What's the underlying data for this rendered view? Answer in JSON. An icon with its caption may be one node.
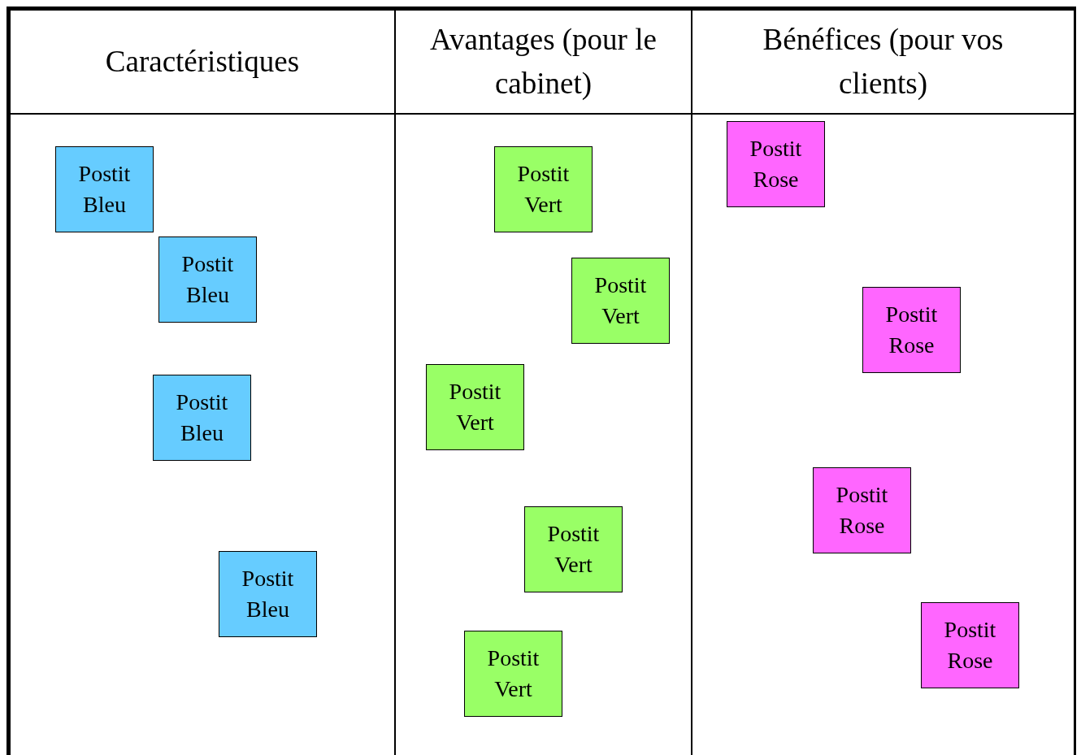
{
  "diagram": {
    "nodes": [
      {
        "text": [
          "Caractéristiques"
        ]
      },
      {
        "text": [
          "Avantages (pour le cabinet)"
        ]
      },
      {
        "text": [
          "Bénéfices (pour vos clients)"
        ]
      },
      {
        "text": [
          "Postit Bleu"
        ],
        "in": 0
      },
      {
        "text": [
          "Postit Bleu"
        ],
        "in": 0
      },
      {
        "text": [
          "Postit Bleu"
        ],
        "in": 0
      },
      {
        "text": [
          "Postit Bleu"
        ],
        "in": 0
      },
      {
        "text": [
          "Postit Vert"
        ],
        "in": 1
      },
      {
        "text": [
          "Postit Vert"
        ],
        "in": 1
      },
      {
        "text": [
          "Postit Vert"
        ],
        "in": 1
      },
      {
        "text": [
          "Postit Vert"
        ],
        "in": 1
      },
      {
        "text": [
          "Postit Vert"
        ],
        "in": 1
      },
      {
        "text": [
          "Postit Rose"
        ],
        "in": 2
      },
      {
        "text": [
          "Postit Rose"
        ],
        "in": 2
      },
      {
        "text": [
          "Postit Rose"
        ],
        "in": 2
      },
      {
        "text": [
          "Postit Rose"
        ],
        "in": 2
      }
    ]
  }
}
